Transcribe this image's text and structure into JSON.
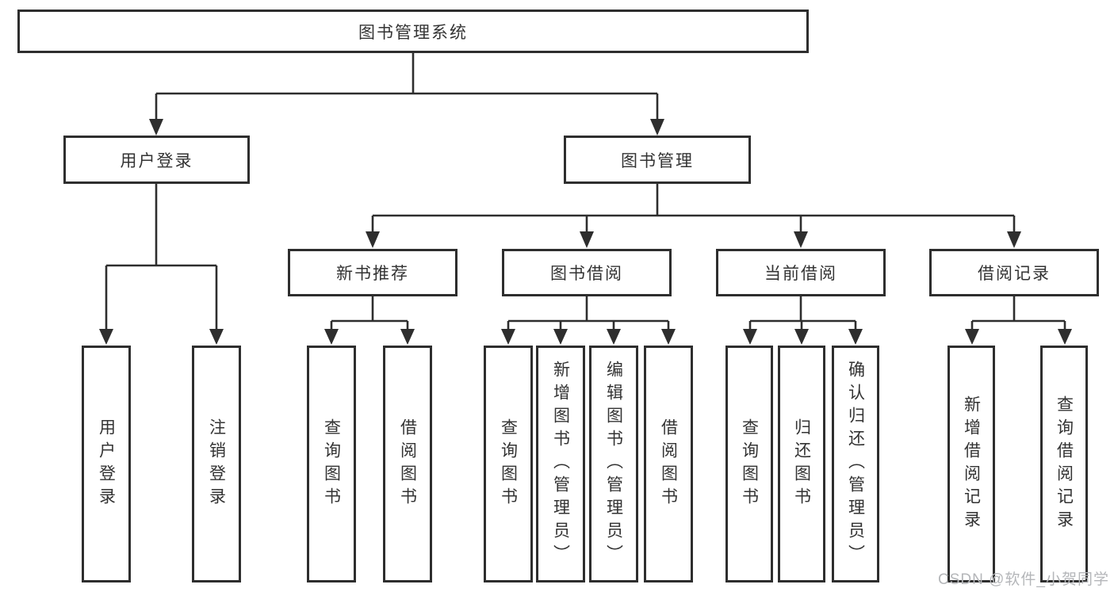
{
  "diagram_type": "tree",
  "colors": {
    "line": "#2e2e2e",
    "text": "#333333",
    "watermark": "#b4b6b9",
    "background": "#ffffff"
  },
  "watermark": {
    "text": "CSDN @软件_小贺同学"
  },
  "tree": {
    "label": "图书管理系统",
    "children": [
      {
        "label": "用户登录",
        "children": [
          {
            "label": "用户登录"
          },
          {
            "label": "注销登录"
          }
        ]
      },
      {
        "label": "图书管理",
        "children": [
          {
            "label": "新书推荐",
            "children": [
              {
                "label": "查询图书"
              },
              {
                "label": "借阅图书"
              }
            ]
          },
          {
            "label": "图书借阅",
            "children": [
              {
                "label": "查询图书"
              },
              {
                "label": "新增图书（管理员）"
              },
              {
                "label": "编辑图书（管理员）"
              },
              {
                "label": "借阅图书"
              }
            ]
          },
          {
            "label": "当前借阅",
            "children": [
              {
                "label": "查询图书"
              },
              {
                "label": "归还图书"
              },
              {
                "label": "确认归还（管理员）"
              }
            ]
          },
          {
            "label": "借阅记录",
            "children": [
              {
                "label": "新增借阅记录"
              },
              {
                "label": "查询借阅记录"
              }
            ]
          }
        ]
      }
    ]
  }
}
